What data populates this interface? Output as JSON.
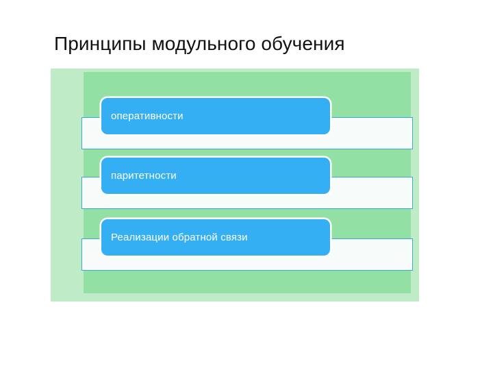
{
  "slide": {
    "title": "Принципы модульного обучения",
    "background_color": "#FFFFFF",
    "title_color": "#111111"
  },
  "panel": {
    "outer_color": "#BFEBC6",
    "inner_color": "#93E0A5"
  },
  "style": {
    "callout_color": "#35AFF4",
    "callout_text_color": "#FFFFFF",
    "bar_fill_color": "#F7FBFA",
    "bar_border_color": "#3BA9D0"
  },
  "items": [
    {
      "label": "оперативности"
    },
    {
      "label": "паритетности"
    },
    {
      "label": "Реализации обратной связи"
    }
  ]
}
